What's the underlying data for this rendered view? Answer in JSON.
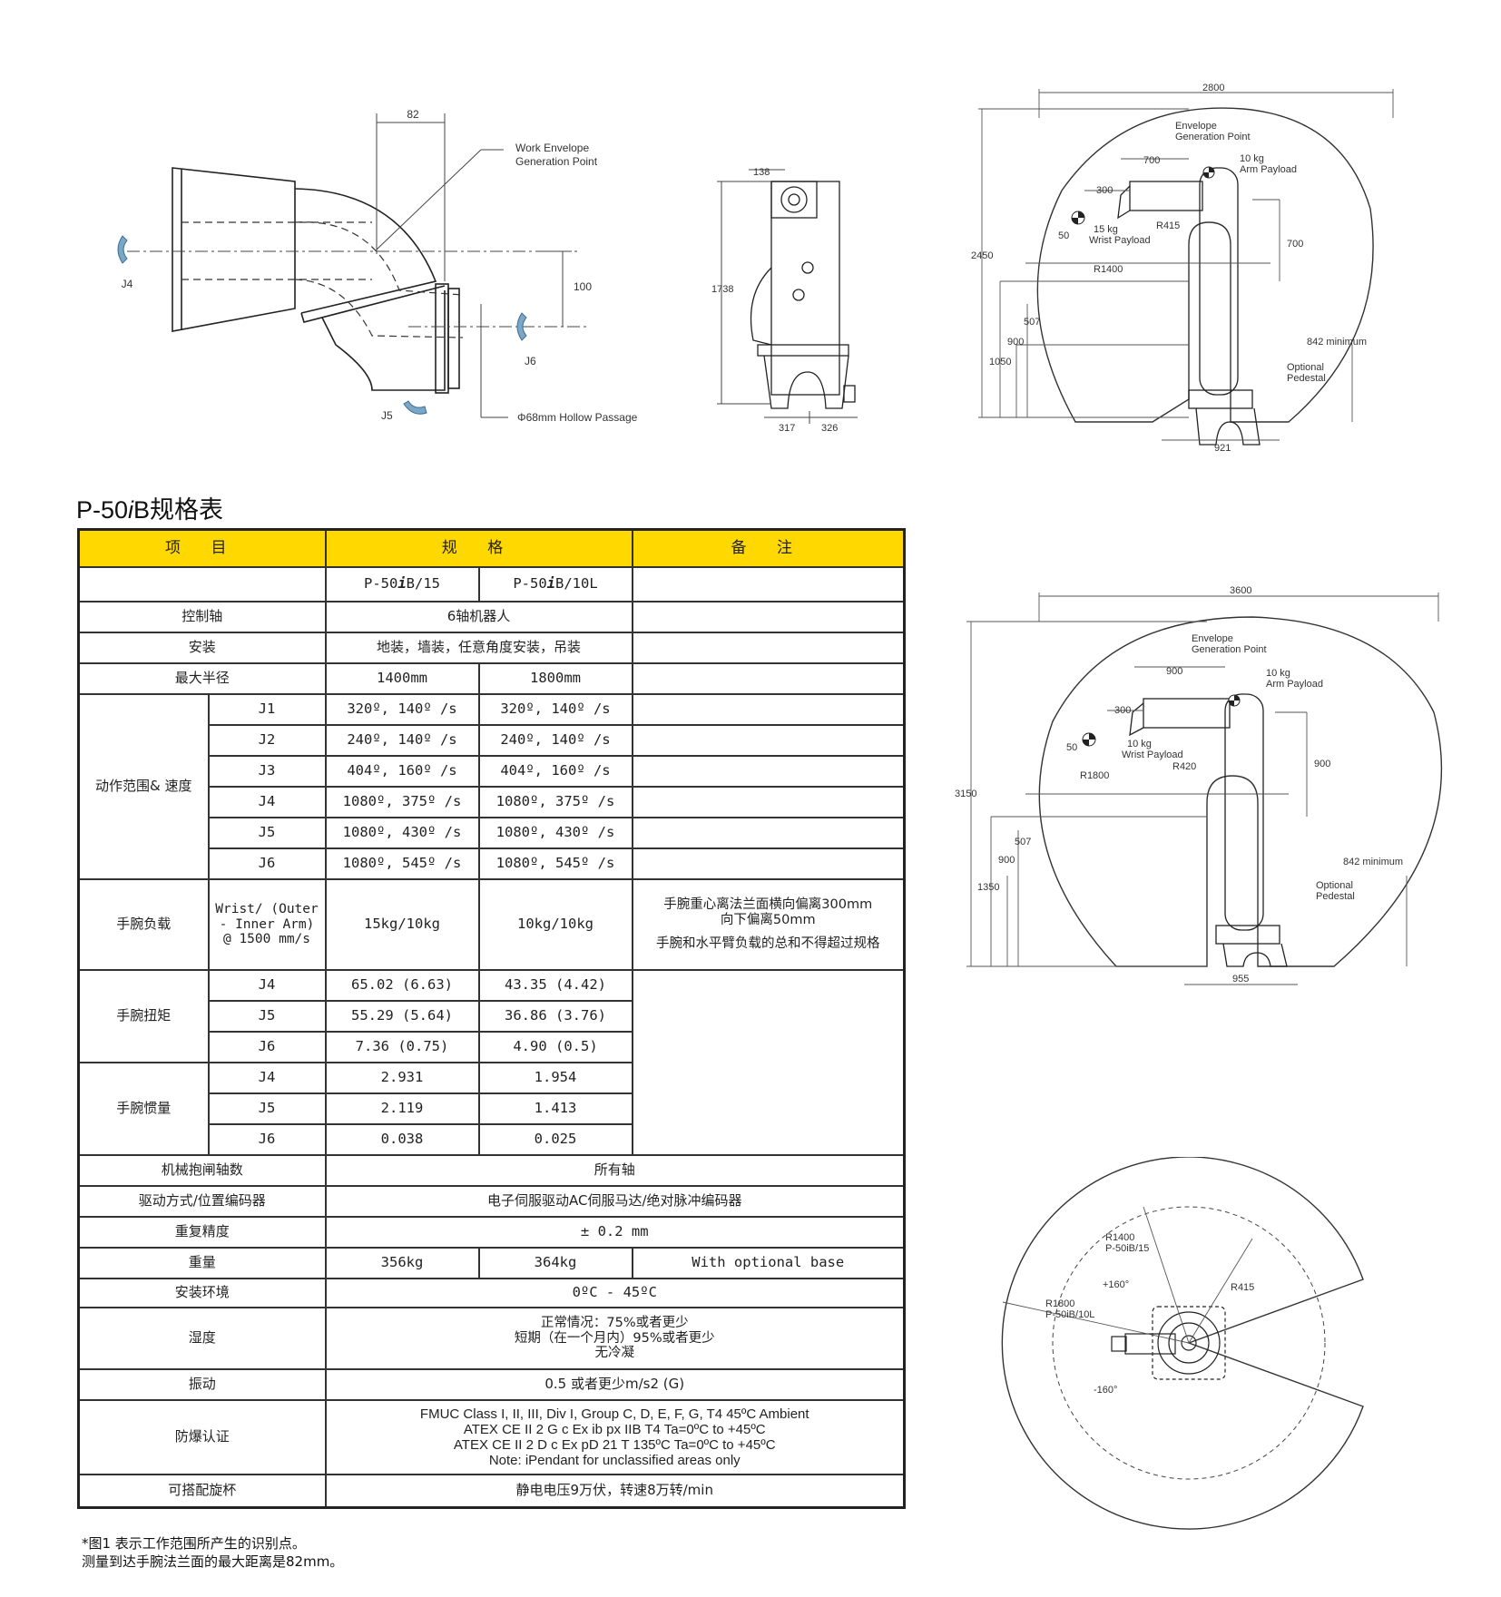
{
  "drawings": {
    "wrist": {
      "dim_82": "82",
      "envelope_note": "Work Envelope",
      "envelope_note2": "Generation Point",
      "j4": "J4",
      "j5": "J5",
      "j6": "J6",
      "dim_100": "100",
      "hollow": "Φ68mm Hollow Passage"
    },
    "side_view": {
      "d138": "138",
      "d1738": "1738",
      "d317": "317",
      "d326": "326"
    },
    "envelope15": {
      "d2800": "2800",
      "d2450": "2450",
      "envelope1": "Envelope",
      "envelope2": "Generation Point",
      "d700a": "700",
      "arm1": "10 kg",
      "arm2": "Arm Payload",
      "d300": "300",
      "d50": "50",
      "wrist1": "15 kg",
      "wrist2": "Wrist Payload",
      "r415": "R415",
      "d700b": "700",
      "r1400": "R1400",
      "d507": "507",
      "d900": "900",
      "d1050": "1050",
      "min842": "842 minimum",
      "ped1": "Optional",
      "ped2": "Pedestal",
      "d921": "921"
    },
    "envelope10L": {
      "d3600": "3600",
      "d3150": "3150",
      "envelope1": "Envelope",
      "envelope2": "Generation Point",
      "d900a": "900",
      "arm1": "10 kg",
      "arm2": "Arm Payload",
      "d300": "300",
      "d50": "50",
      "wrist1": "10 kg",
      "wrist2": "Wrist Payload",
      "r420": "R420",
      "d900b": "900",
      "r1800": "R1800",
      "d507": "507",
      "d900": "900",
      "d1350": "1350",
      "min842": "842 minimum",
      "ped1": "Optional",
      "ped2": "Pedestal",
      "d955": "955"
    },
    "top_view": {
      "r1400": "R1400",
      "m15": "P-50iB/15",
      "r1800": "R1800",
      "m10l": "P-50iB/10L",
      "plus160": "+160°",
      "minus160": "-160°",
      "r415": "R415"
    }
  },
  "title": {
    "prefix": "P-50",
    "italic": "i",
    "suffix": "B规格表"
  },
  "table": {
    "headers": [
      "项 目",
      "规 格",
      "备 注"
    ],
    "models": {
      "m15_pre": "P-50",
      "m15_i": "i",
      "m15_post": "B/15",
      "m10_pre": "P-50",
      "m10_i": "i",
      "m10_post": "B/10L"
    },
    "axes": {
      "label": "控制轴",
      "value": "6轴机器人"
    },
    "install": {
      "label": "安装",
      "value": "地装，墙装，任意角度安装，吊装"
    },
    "reach": {
      "label": "最大半径",
      "v15": "1400mm",
      "v10": "1800mm"
    },
    "motion": {
      "label": "动作范围& 速度",
      "rows": [
        {
          "j": "J1",
          "v15": "320º, 140º /s",
          "v10": "320º, 140º /s"
        },
        {
          "j": "J2",
          "v15": "240º, 140º /s",
          "v10": "240º, 140º /s"
        },
        {
          "j": "J3",
          "v15": "404º, 160º /s",
          "v10": "404º, 160º /s"
        },
        {
          "j": "J4",
          "v15": "1080º, 375º /s",
          "v10": "1080º, 375º /s"
        },
        {
          "j": "J5",
          "v15": "1080º, 430º /s",
          "v10": "1080º, 430º /s"
        },
        {
          "j": "J6",
          "v15": "1080º, 545º /s",
          "v10": "1080º, 545º /s"
        }
      ]
    },
    "payload": {
      "label": "手腕负载",
      "sub": "Wrist/ (Outer - Inner Arm) @ 1500 mm/s",
      "v15": "15kg/10kg",
      "v10": "10kg/10kg",
      "note1": "手腕重心离法兰面横向偏离300mm",
      "note2": "向下偏离50mm",
      "note3": "手腕和水平臂负载的总和不得超过规格"
    },
    "torque": {
      "label": "手腕扭矩",
      "rows": [
        {
          "j": "J4",
          "v15": "65.02 (6.63)",
          "v10": "43.35 (4.42)"
        },
        {
          "j": "J5",
          "v15": "55.29 (5.64)",
          "v10": "36.86 (3.76)"
        },
        {
          "j": "J6",
          "v15": "7.36 (0.75)",
          "v10": "4.90 (0.5)"
        }
      ]
    },
    "inertia": {
      "label": "手腕惯量",
      "rows": [
        {
          "j": "J4",
          "v15": "2.931",
          "v10": "1.954"
        },
        {
          "j": "J5",
          "v15": "2.119",
          "v10": "1.413"
        },
        {
          "j": "J6",
          "v15": "0.038",
          "v10": "0.025"
        }
      ]
    },
    "brakes": {
      "label": "机械抱闸轴数",
      "value": "所有轴"
    },
    "drive": {
      "label": "驱动方式/位置编码器",
      "value": "电子伺服驱动AC伺服马达/绝对脉冲编码器"
    },
    "repeat": {
      "label": "重复精度",
      "value": "± 0.2 mm"
    },
    "weight": {
      "label": "重量",
      "v15": "356kg",
      "v10": "364kg",
      "note": "With optional base"
    },
    "env": {
      "label": "安装环境",
      "value": "0ºC - 45ºC"
    },
    "humidity": {
      "label": "湿度",
      "l1": "正常情况：75%或者更少",
      "l2": "短期（在一个月内）95%或者更少",
      "l3": "无冷凝"
    },
    "vibration": {
      "label": "振动",
      "value": "0.5 或者更少m/s2 (G)"
    },
    "explosion": {
      "label": "防爆认证",
      "l1": "FMUC Class I, II, III, Div I, Group C, D, E, F, G, T4 45ºC Ambient",
      "l2": "ATEX CE II 2 G c Ex ib px IIB T4 Ta=0ºC to +45ºC",
      "l3": "ATEX CE II 2 D c Ex pD 21 T 135ºC Ta=0ºC to +45ºC",
      "l4": "Note: iPendant for unclassified areas only"
    },
    "bell": {
      "label": "可搭配旋杯",
      "value": "静电电压9万伏，转速8万转/min"
    }
  },
  "footnotes": {
    "l1": "*图1 表示工作范围所产生的识别点。",
    "l2": "测量到达手腕法兰面的最大距离是82mm。"
  }
}
